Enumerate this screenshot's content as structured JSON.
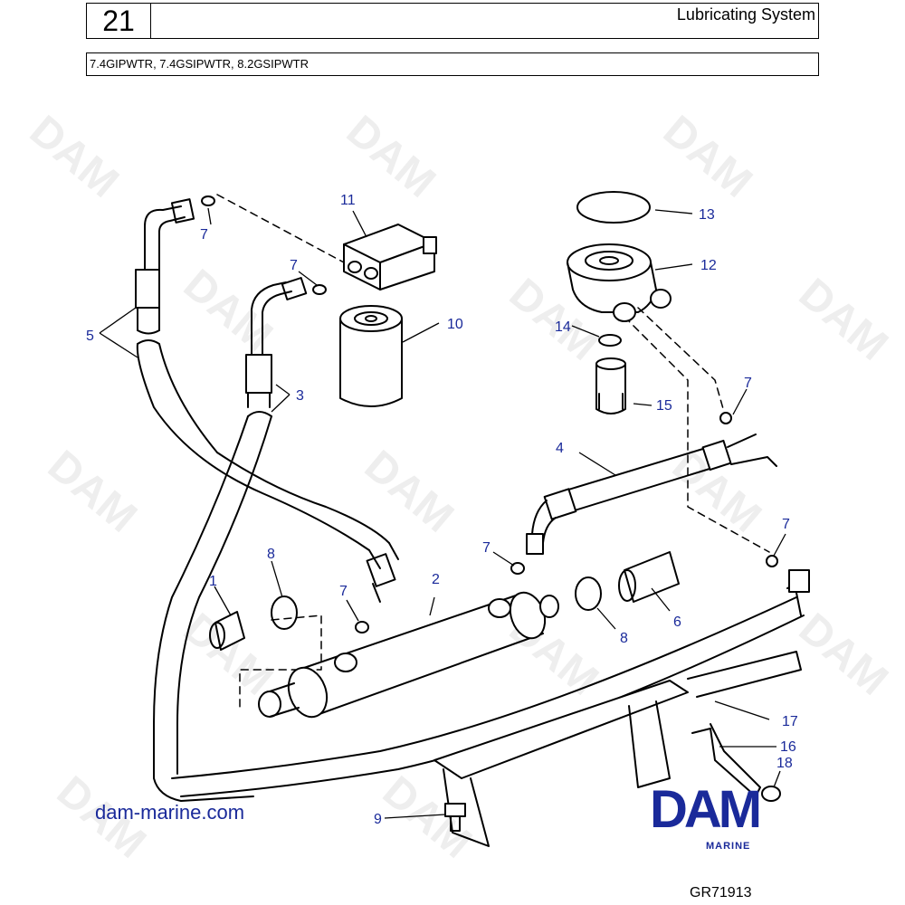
{
  "header": {
    "page_number": "21",
    "section_title": "Lubricating System",
    "models": "7.4GIPWTR, 7.4GSIPWTR, 8.2GSIPWTR"
  },
  "callouts": [
    "1",
    "2",
    "3",
    "4",
    "5",
    "6",
    "7",
    "7",
    "7",
    "7",
    "7",
    "7",
    "8",
    "8",
    "9",
    "10",
    "11",
    "12",
    "13",
    "14",
    "15",
    "16",
    "17",
    "18"
  ],
  "watermark_text": "DAM",
  "footer": {
    "website": "dam-marine.com",
    "brand": "DAM",
    "brand_sub": "MARINE",
    "figure_ref": "GR71913"
  },
  "colors": {
    "callout": "#1a2a9a",
    "line": "#000000",
    "watermark": "#eeeeee"
  }
}
